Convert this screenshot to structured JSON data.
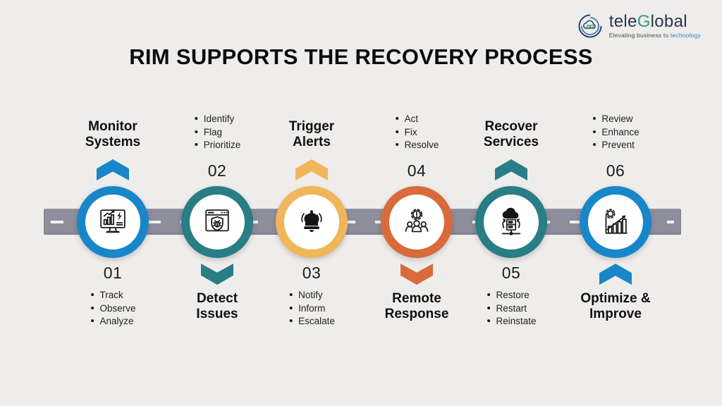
{
  "logo": {
    "brand_tele": "tele",
    "brand_g": "G",
    "brand_rest": "lobal",
    "tagline_prefix": "Elevating business to ",
    "tagline_highlight": "technology"
  },
  "title": "RIM SUPPORTS THE RECOVERY PROCESS",
  "road": {
    "color": "#8e8e9d",
    "dash_color": "#f6f6f4"
  },
  "steps": [
    {
      "number": "01",
      "title": "Monitor\nSystems",
      "bullets": [
        "Track",
        "Observe",
        "Analyze"
      ],
      "color": "#1787c9",
      "icon": "monitor-analytics",
      "title_position": "top",
      "chevron_direction": "up"
    },
    {
      "number": "02",
      "title": "Detect\nIssues",
      "bullets": [
        "Identify",
        "Flag",
        "Prioritize"
      ],
      "color": "#287e84",
      "icon": "browser-shield-bug",
      "title_position": "bottom",
      "chevron_direction": "down"
    },
    {
      "number": "03",
      "title": "Trigger\nAlerts",
      "bullets": [
        "Notify",
        "Inform",
        "Escalate"
      ],
      "color": "#f1b65a",
      "icon": "alert-bell",
      "title_position": "top",
      "chevron_direction": "up"
    },
    {
      "number": "04",
      "title": "Remote\nResponse",
      "bullets": [
        "Act",
        "Fix",
        "Resolve"
      ],
      "color": "#d96a3c",
      "icon": "team-alert-gear",
      "title_position": "bottom",
      "chevron_direction": "down"
    },
    {
      "number": "05",
      "title": "Recover\nServices",
      "bullets": [
        "Restore",
        "Restart",
        "Reinstate"
      ],
      "color": "#287e84",
      "icon": "cloud-restore-server",
      "title_position": "top",
      "chevron_direction": "up"
    },
    {
      "number": "06",
      "title": "Optimize &\nImprove",
      "bullets": [
        "Review",
        "Enhance",
        "Prevent"
      ],
      "color": "#1787c9",
      "icon": "growth-chart-gear",
      "title_position": "bottom",
      "chevron_direction": "up"
    }
  ]
}
